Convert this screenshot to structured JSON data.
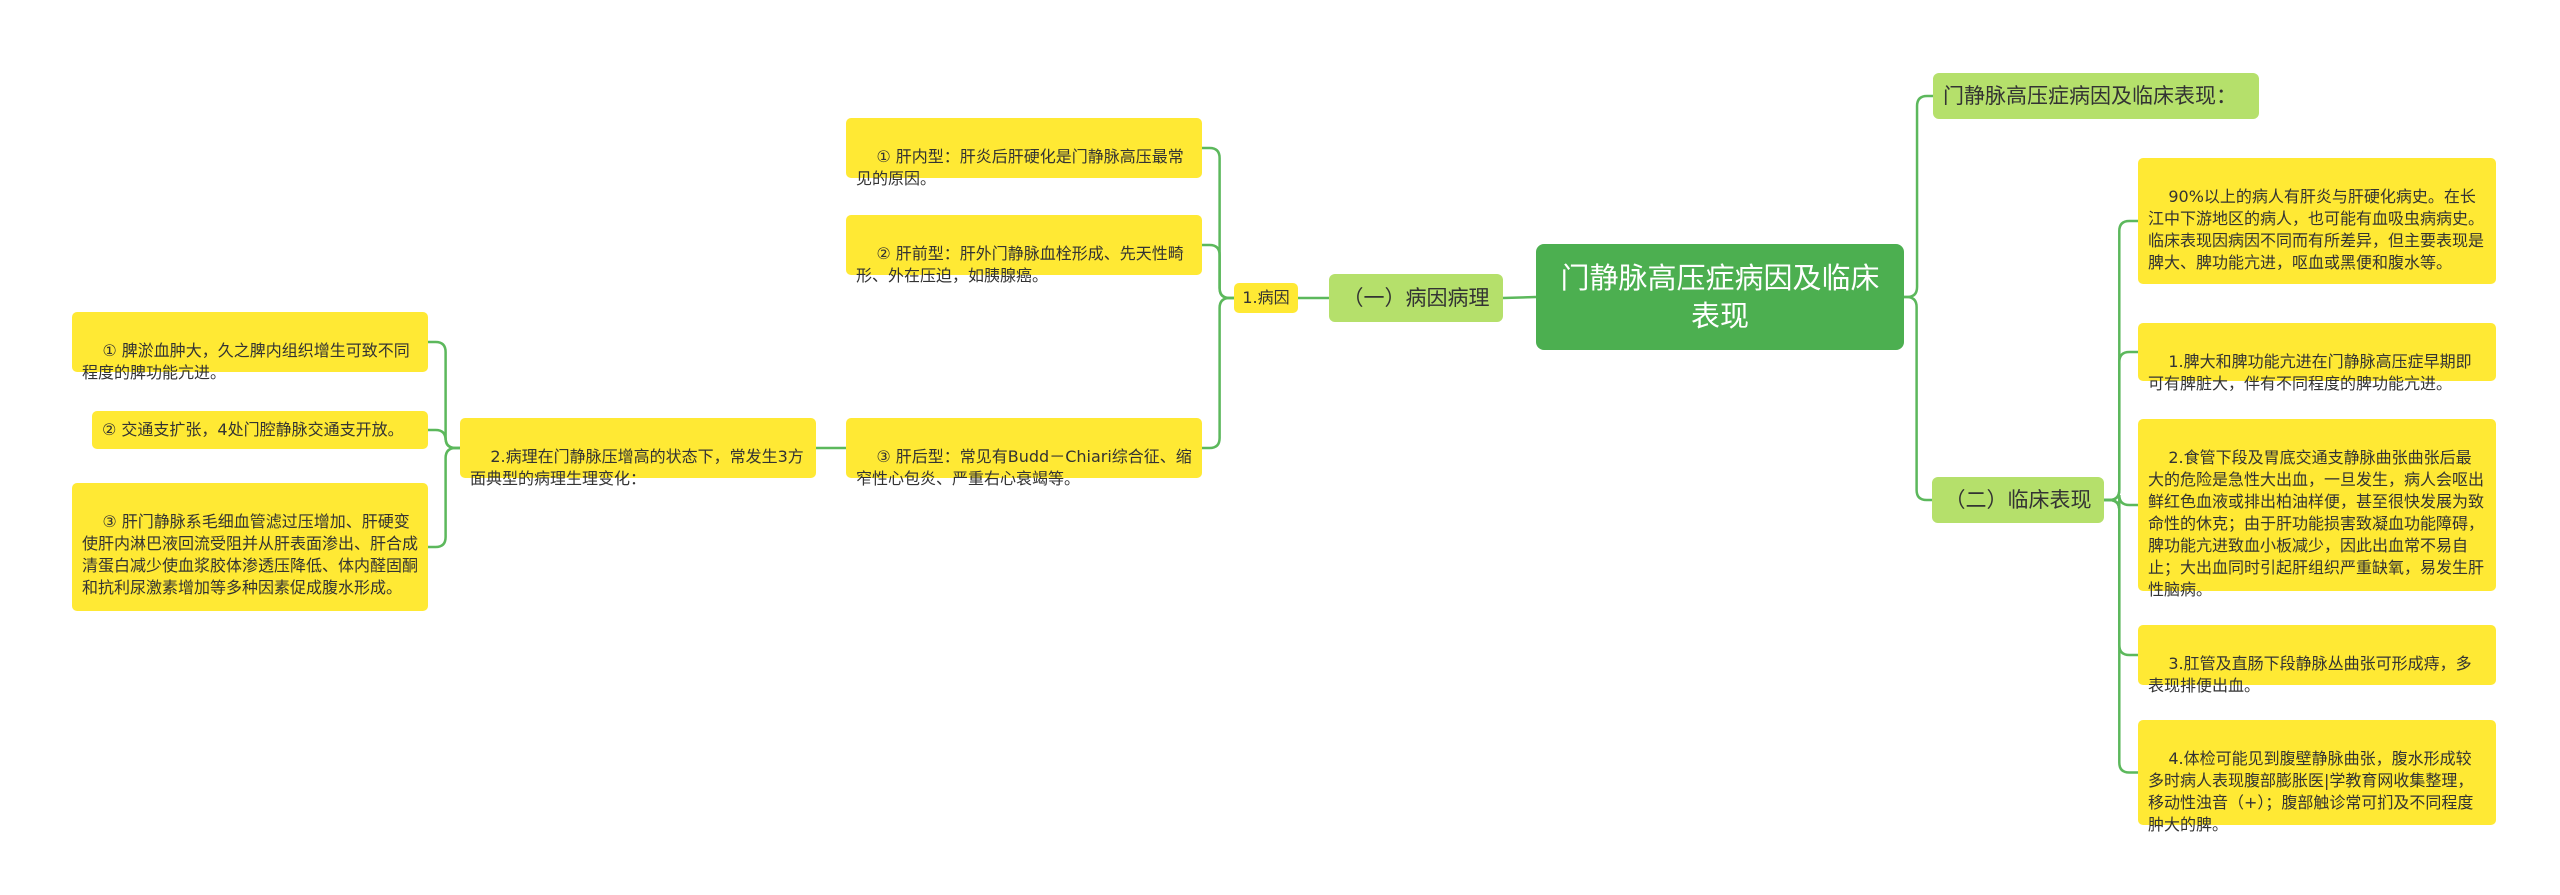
{
  "root": {
    "title": "门静脉高压症病因及临床表现"
  },
  "branches": {
    "top_title": "门静脉高压症病因及临床表现：",
    "etiology": "（一）病因病理",
    "clinical": "（二）临床表现"
  },
  "etiology": {
    "cause_label": "1.病因",
    "types": [
      "① 肝内型：肝炎后肝硬化是门静脉高压最常见的原因。",
      "② 肝前型：肝外门静脉血栓形成、先天性畸形、外在压迫，如胰腺癌。",
      "③ 肝后型：常见有Budd－Chiari综合征、缩窄性心包炎、严重右心衰竭等。"
    ],
    "pathology_label": "2.病理在门静脉压增高的状态下，常发生3方面典型的病理生理变化：",
    "changes": [
      "① 脾淤血肿大，久之脾内组织增生可致不同程度的脾功能亢进。",
      "② 交通支扩张，4处门腔静脉交通支开放。",
      "③ 肝门静脉系毛细血管滤过压增加、肝硬变使肝内淋巴液回流受阻并从肝表面渗出、肝合成清蛋白减少使血浆胶体渗透压降低、体内醛固酮和抗利尿激素增加等多种因素促成腹水形成。"
    ]
  },
  "clinical": {
    "items": [
      "90%以上的病人有肝炎与肝硬化病史。在长江中下游地区的病人，也可能有血吸虫病病史。临床表现因病因不同而有所差异，但主要表现是脾大、脾功能亢进，呕血或黑便和腹水等。",
      "1.脾大和脾功能亢进在门静脉高压症早期即可有脾脏大，伴有不同程度的脾功能亢进。",
      "2.食管下段及胃底交通支静脉曲张曲张后最大的危险是急性大出血，一旦发生，病人会呕出鲜红色血液或排出柏油样便，甚至很快发展为致命性的休克；由于肝功能损害致凝血功能障碍，脾功能亢进致血小板减少，因此出血常不易自止；大出血同时引起肝组织严重缺氧，易发生肝性脑病。",
      "3.肛管及直肠下段静脉丛曲张可形成痔，多表现排便出血。",
      "4.体检可能见到腹壁静脉曲张，腹水形成较多时病人表现腹部膨胀医|学教育网收集整理，移动性浊音（+）；腹部触诊常可扪及不同程度肿大的脾。"
    ]
  },
  "colors": {
    "root_bg": "#4caf50",
    "branch_bg": "#b5e06b",
    "leaf_bg": "#ffe934",
    "line": "#5cb85c"
  }
}
